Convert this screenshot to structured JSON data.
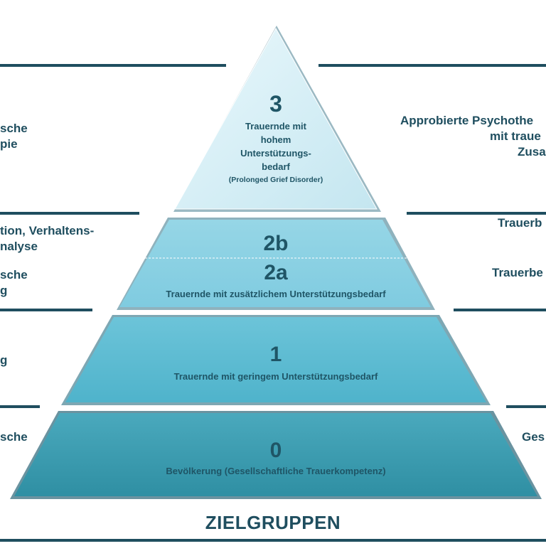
{
  "levels": {
    "l3": {
      "number": "3",
      "lines": [
        "Trauernde mit",
        "hohem",
        "Unterstützungs-",
        "bedarf"
      ],
      "sub": "(Prolonged Grief Disorder)"
    },
    "l2b": {
      "number": "2b"
    },
    "l2a": {
      "number": "2a",
      "label": "Trauernde mit zusätzlichem Unterstützungsbedarf"
    },
    "l1": {
      "number": "1",
      "label": "Trauernde mit geringem Unterstützungsbedarf"
    },
    "l0": {
      "number": "0",
      "label": "Bevölkerung (Gesellschaftliche Trauerkompetenz)"
    }
  },
  "left_texts": {
    "t1": "sche",
    "t2": "pie",
    "t3": "tion, Verhaltens-",
    "t4": "nalyse",
    "t5": "sche",
    "t6": "g",
    "t7": "g",
    "t8": "sche"
  },
  "right_texts": {
    "r1": "Approbierte Psychothe",
    "r2": "mit traue",
    "r3": "Zusa",
    "r4": "Trauerb",
    "r5": "Trauerbe",
    "r6": "Ges"
  },
  "footer": {
    "title": "ZIELGRUPPEN"
  },
  "colors": {
    "level3": "#d8f0f7",
    "level2": "#86cfe0",
    "level1": "#5cbcd3",
    "level0": "#3a9fb3",
    "rule": "#1f4e5f",
    "text": "#1f4e5f"
  }
}
